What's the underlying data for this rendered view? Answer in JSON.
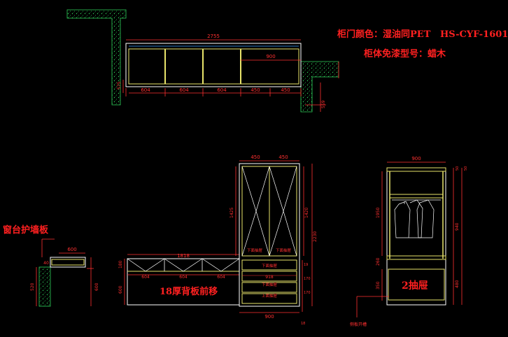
{
  "notes": {
    "door_color_label": "柜门颜色：",
    "door_color_value": "湿油同PET",
    "door_color_code": "HS-CYF-1601",
    "body_label": "柜体免漆型号：",
    "body_value": "蜡木"
  },
  "top_plan": {
    "overall_width": "2755",
    "right_width": "900",
    "bottom_dims": [
      "604",
      "604",
      "604",
      "450",
      "450"
    ],
    "left_side_dim": "575",
    "right_side_dim": "559"
  },
  "elevation": {
    "base_width": "1818",
    "base_dims": [
      "604",
      "604",
      "604"
    ],
    "base_left_heights": [
      "180",
      "600"
    ],
    "back_panel_note": "18厚背板前移",
    "tall_top_dims": [
      "450",
      "450"
    ],
    "tall_left_height": "1425",
    "tall_right_heights": [
      "1420",
      "2230"
    ],
    "inner_width": "918",
    "bottom_width": "900",
    "labels": {
      "lower_drawer_left": "下面抽屉",
      "lower_drawer_right": "下面抽屉",
      "drawer_1": "下面抽屉",
      "drawer_2": "下面抽屉",
      "drawer_3": "上面抽屉"
    },
    "right_small_dims": [
      "19",
      "170",
      "170",
      "18"
    ]
  },
  "window_sill": {
    "title": "窗台护墙板",
    "top_width": "600",
    "heights": [
      "520",
      "600"
    ],
    "small": "40"
  },
  "wardrobe_section": {
    "top_width": "900",
    "heights": [
      "1950",
      "940",
      "50",
      "260",
      "350",
      "480",
      "50"
    ],
    "drawer_label": "2抽屉",
    "bottom_note": "侧板开槽"
  }
}
